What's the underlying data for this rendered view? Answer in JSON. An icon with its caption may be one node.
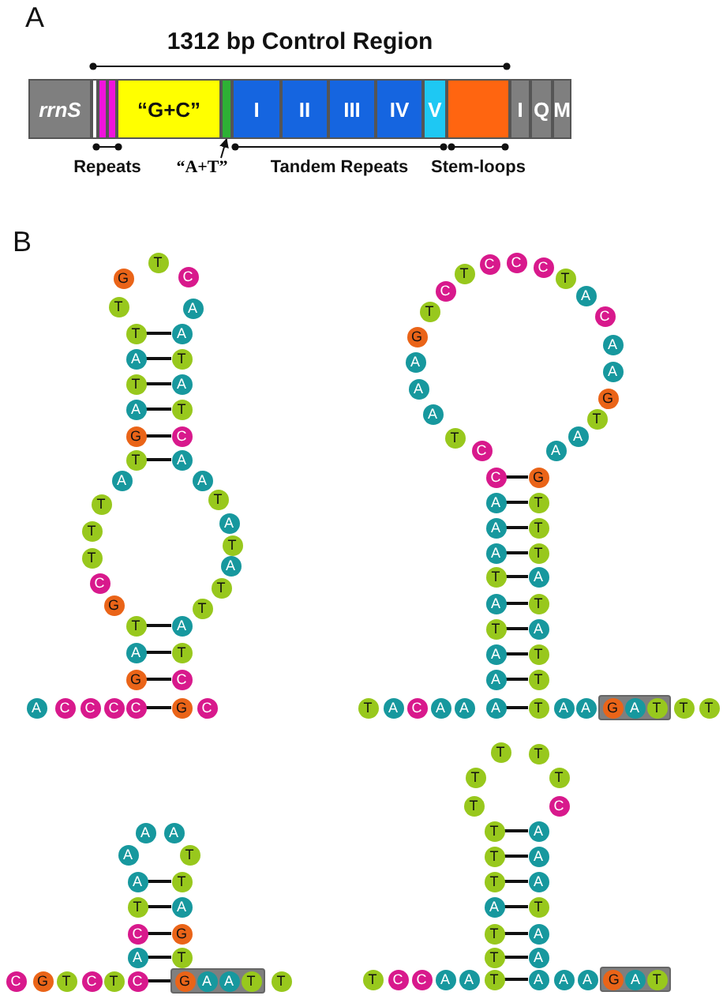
{
  "diagram": {
    "nodes": [
      {
        "text": [
          "rrnS"
        ]
      },
      {
        "text": [],
        "shape": "bar"
      },
      {
        "text": [],
        "shape": "bar"
      },
      {
        "text": [],
        "shape": "bar"
      },
      {
        "text": [
          "“G+C”"
        ]
      },
      {
        "text": [],
        "shape": "bar"
      },
      {
        "text": [
          "I"
        ]
      },
      {
        "text": [
          "II"
        ]
      },
      {
        "text": [
          "III"
        ]
      },
      {
        "text": [
          "IV"
        ]
      },
      {
        "text": [
          "V"
        ]
      },
      {
        "text": [],
        "shape": "bar"
      },
      {
        "text": [
          "I"
        ]
      },
      {
        "text": [
          "Q"
        ]
      },
      {
        "text": [
          "M"
        ]
      },
      {
        "text": [
          "“A+T”"
        ]
      },
      {
        "text": [
          "A"
        ]
      },
      {
        "text": [
          "C"
        ]
      },
      {
        "text": [
          "C"
        ]
      },
      {
        "text": [
          "C"
        ]
      },
      {
        "text": [
          "C"
        ]
      },
      {
        "text": [
          "G"
        ]
      },
      {
        "text": [
          "A"
        ]
      },
      {
        "text": [
          "T"
        ]
      },
      {
        "text": [
          "G"
        ]
      },
      {
        "text": [
          "C"
        ]
      },
      {
        "text": [
          "T"
        ]
      },
      {
        "text": [
          "T"
        ]
      },
      {
        "text": [
          "T"
        ]
      },
      {
        "text": [
          "A"
        ]
      },
      {
        "text": [
          "T"
        ]
      },
      {
        "text": [
          "G"
        ]
      },
      {
        "text": [
          "A"
        ]
      },
      {
        "text": [
          "T"
        ]
      },
      {
        "text": [
          "A"
        ]
      },
      {
        "text": [
          "T"
        ]
      },
      {
        "text": [
          "T"
        ]
      },
      {
        "text": [
          "G"
        ]
      },
      {
        "text": [
          "T"
        ]
      },
      {
        "text": [
          "C"
        ]
      },
      {
        "text": [
          "A"
        ]
      },
      {
        "text": [
          "A"
        ]
      },
      {
        "text": [
          "T"
        ]
      },
      {
        "text": [
          "A"
        ]
      },
      {
        "text": [
          "T"
        ]
      },
      {
        "text": [
          "C"
        ]
      },
      {
        "text": [
          "A"
        ]
      },
      {
        "text": [
          "A"
        ]
      },
      {
        "text": [
          "T"
        ]
      },
      {
        "text": [
          "A"
        ]
      },
      {
        "text": [
          "T"
        ]
      },
      {
        "text": [
          "A"
        ]
      },
      {
        "text": [
          "T"
        ]
      },
      {
        "text": [
          "T"
        ]
      },
      {
        "text": [
          "A"
        ]
      },
      {
        "text": [
          "T"
        ]
      },
      {
        "text": [
          "C"
        ]
      },
      {
        "text": [
          "G"
        ]
      },
      {
        "text": [
          "C"
        ]
      },
      {
        "text": [
          "T"
        ]
      },
      {
        "text": [
          "A"
        ]
      },
      {
        "text": [
          "C"
        ]
      },
      {
        "text": [
          "A"
        ]
      },
      {
        "text": [
          "A"
        ]
      },
      {
        "text": [
          "A"
        ]
      },
      {
        "text": [
          "A"
        ]
      },
      {
        "text": [
          "A"
        ]
      },
      {
        "text": [
          "T"
        ]
      },
      {
        "text": [
          "A"
        ]
      },
      {
        "text": [
          "T"
        ]
      },
      {
        "text": [
          "A"
        ]
      },
      {
        "text": [
          "A"
        ]
      },
      {
        "text": [
          "A"
        ]
      },
      {
        "text": [
          "C"
        ]
      },
      {
        "text": [
          "C"
        ]
      },
      {
        "text": [
          "T"
        ]
      },
      {
        "text": [
          "A"
        ]
      },
      {
        "text": [
          "A"
        ]
      },
      {
        "text": [
          "A"
        ]
      },
      {
        "text": [
          "G"
        ]
      },
      {
        "text": [
          "T"
        ]
      },
      {
        "text": [
          "C"
        ]
      },
      {
        "text": [
          "T"
        ]
      },
      {
        "text": [
          "C"
        ]
      },
      {
        "text": [
          "C"
        ]
      },
      {
        "text": [
          "C"
        ]
      },
      {
        "text": [
          "T"
        ]
      },
      {
        "text": [
          "A"
        ]
      },
      {
        "text": [
          "C"
        ]
      },
      {
        "text": [
          "A"
        ]
      },
      {
        "text": [
          "A"
        ]
      },
      {
        "text": [
          "G"
        ]
      },
      {
        "text": [
          "T"
        ]
      },
      {
        "text": [
          "A"
        ]
      },
      {
        "text": [
          "A"
        ]
      },
      {
        "text": [
          "G"
        ]
      },
      {
        "text": [
          "T"
        ]
      },
      {
        "text": [
          "T"
        ]
      },
      {
        "text": [
          "T"
        ]
      },
      {
        "text": [
          "A"
        ]
      },
      {
        "text": [
          "T"
        ]
      },
      {
        "text": [
          "A"
        ]
      },
      {
        "text": [
          "T"
        ]
      },
      {
        "text": [
          "T"
        ]
      },
      {
        "text": [
          "T"
        ]
      },
      {
        "text": [
          "A"
        ]
      },
      {
        "text": [
          "A"
        ]
      },
      {
        "text": [],
        "shape": "box"
      },
      {
        "text": [
          "G"
        ],
        "in": 107
      },
      {
        "text": [
          "A"
        ],
        "in": 107
      },
      {
        "text": [
          "T"
        ],
        "in": 107
      },
      {
        "text": [
          "T"
        ]
      },
      {
        "text": [
          "T"
        ]
      },
      {
        "text": [
          "C"
        ]
      },
      {
        "text": [
          "G"
        ]
      },
      {
        "text": [
          "T"
        ]
      },
      {
        "text": [
          "C"
        ]
      },
      {
        "text": [
          "T"
        ]
      },
      {
        "text": [
          "C"
        ]
      },
      {
        "text": [
          "A"
        ]
      },
      {
        "text": [
          "C"
        ]
      },
      {
        "text": [
          "T"
        ]
      },
      {
        "text": [
          "A"
        ]
      },
      {
        "text": [
          "A"
        ]
      },
      {
        "text": [
          "A"
        ]
      },
      {
        "text": [
          "A"
        ]
      },
      {
        "text": [
          "T"
        ]
      },
      {
        "text": [
          "T"
        ]
      },
      {
        "text": [
          "A"
        ]
      },
      {
        "text": [
          "G"
        ]
      },
      {
        "text": [
          "T"
        ]
      },
      {
        "text": [],
        "shape": "box"
      },
      {
        "text": [
          "G"
        ],
        "in": 131
      },
      {
        "text": [
          "A"
        ],
        "in": 131
      },
      {
        "text": [
          "A"
        ],
        "in": 131
      },
      {
        "text": [
          "T"
        ],
        "in": 131
      },
      {
        "text": [
          "T"
        ]
      },
      {
        "text": [
          "T"
        ]
      },
      {
        "text": [
          "C"
        ]
      },
      {
        "text": [
          "C"
        ]
      },
      {
        "text": [
          "A"
        ]
      },
      {
        "text": [
          "A"
        ]
      },
      {
        "text": [
          "T"
        ]
      },
      {
        "text": [
          "T"
        ]
      },
      {
        "text": [
          "T"
        ]
      },
      {
        "text": [
          "A"
        ]
      },
      {
        "text": [
          "T"
        ]
      },
      {
        "text": [
          "T"
        ]
      },
      {
        "text": [
          "T"
        ]
      },
      {
        "text": [
          "T"
        ]
      },
      {
        "text": [
          "T"
        ]
      },
      {
        "text": [
          "T"
        ]
      },
      {
        "text": [
          "T"
        ]
      },
      {
        "text": [
          "T"
        ]
      },
      {
        "text": [
          "C"
        ]
      },
      {
        "text": [
          "A"
        ]
      },
      {
        "text": [
          "A"
        ]
      },
      {
        "text": [
          "A"
        ]
      },
      {
        "text": [
          "T"
        ]
      },
      {
        "text": [
          "A"
        ]
      },
      {
        "text": [
          "A"
        ]
      },
      {
        "text": [
          "A"
        ]
      },
      {
        "text": [
          "A"
        ]
      },
      {
        "text": [
          "A"
        ]
      },
      {
        "text": [],
        "shape": "box"
      },
      {
        "text": [
          "G"
        ],
        "in": 164
      },
      {
        "text": [
          "A"
        ],
        "in": 164
      },
      {
        "text": [
          "T"
        ],
        "in": 164
      }
    ],
    "edges": [
      {
        "from": 15,
        "to": 5,
        "arrow": "to"
      },
      {
        "from": 35,
        "to": 41,
        "arrow": "none"
      },
      {
        "from": 34,
        "to": 42,
        "arrow": "none"
      },
      {
        "from": 33,
        "to": 43,
        "arrow": "none"
      },
      {
        "from": 32,
        "to": 44,
        "arrow": "none"
      },
      {
        "from": 31,
        "to": 45,
        "arrow": "none"
      },
      {
        "from": 30,
        "to": 46,
        "arrow": "none"
      },
      {
        "from": 23,
        "to": 54,
        "arrow": "none"
      },
      {
        "from": 22,
        "to": 55,
        "arrow": "none"
      },
      {
        "from": 21,
        "to": 56,
        "arrow": "none"
      },
      {
        "from": 20,
        "to": 57,
        "arrow": "none"
      },
      {
        "from": 73,
        "to": 95,
        "arrow": "none"
      },
      {
        "from": 72,
        "to": 96,
        "arrow": "none"
      },
      {
        "from": 71,
        "to": 97,
        "arrow": "none"
      },
      {
        "from": 70,
        "to": 98,
        "arrow": "none"
      },
      {
        "from": 69,
        "to": 99,
        "arrow": "none"
      },
      {
        "from": 68,
        "to": 100,
        "arrow": "none"
      },
      {
        "from": 67,
        "to": 101,
        "arrow": "none"
      },
      {
        "from": 66,
        "to": 102,
        "arrow": "none"
      },
      {
        "from": 65,
        "to": 103,
        "arrow": "none"
      },
      {
        "from": 64,
        "to": 104,
        "arrow": "none"
      },
      {
        "from": 122,
        "to": 127,
        "arrow": "none"
      },
      {
        "from": 121,
        "to": 128,
        "arrow": "none"
      },
      {
        "from": 120,
        "to": 129,
        "arrow": "none"
      },
      {
        "from": 119,
        "to": 130,
        "arrow": "none"
      },
      {
        "from": 118,
        "to": 132,
        "arrow": "none"
      },
      {
        "from": 148,
        "to": 155,
        "arrow": "none"
      },
      {
        "from": 147,
        "to": 156,
        "arrow": "none"
      },
      {
        "from": 146,
        "to": 157,
        "arrow": "none"
      },
      {
        "from": 145,
        "to": 158,
        "arrow": "none"
      },
      {
        "from": 144,
        "to": 159,
        "arrow": "none"
      },
      {
        "from": 143,
        "to": 160,
        "arrow": "none"
      },
      {
        "from": 142,
        "to": 161,
        "arrow": "none"
      }
    ],
    "labels": [
      "A",
      "1312 bp Control Region",
      "Repeats",
      "Tandem Repeats",
      "Stem-loops",
      "B"
    ]
  }
}
